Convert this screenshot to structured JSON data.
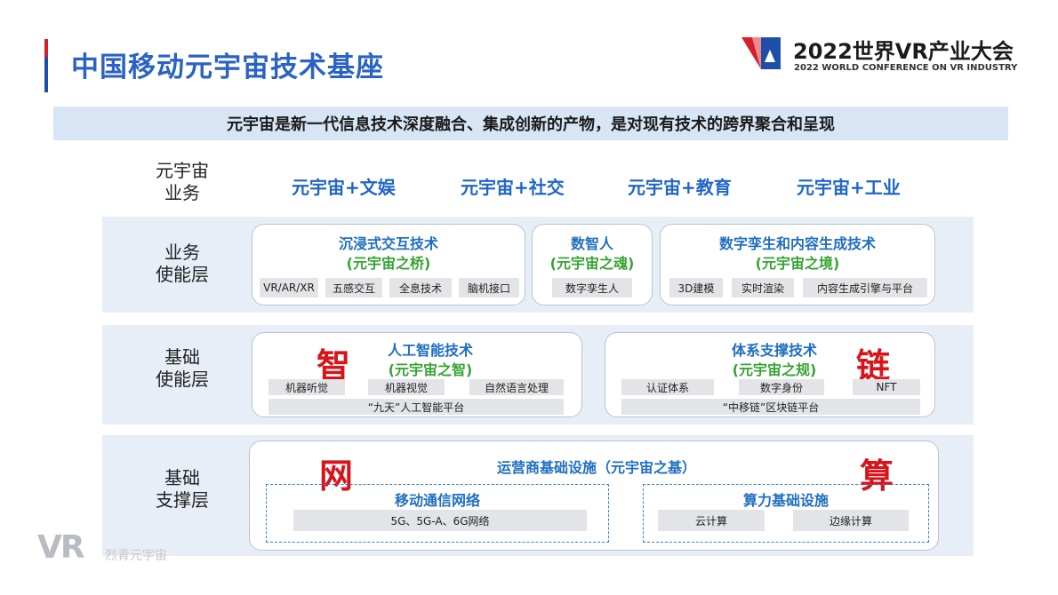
{
  "header": {
    "title": "中国移动元宇宙技术基座",
    "logo_title": "2022世界VR产业大会",
    "logo_subtitle": "2022 WORLD CONFERENCE  ON VR INDUSTRY"
  },
  "banner": "元宇宙是新一代信息技术深度融合、集成创新的产物，是对现有技术的跨界聚合和呈现",
  "business_row": {
    "label_line1": "元宇宙",
    "label_line2": "业务",
    "items": [
      "元宇宙+文娱",
      "元宇宙+社交",
      "元宇宙+教育",
      "元宇宙+工业"
    ]
  },
  "business_enable": {
    "label_line1": "业务",
    "label_line2": "使能层",
    "cards": [
      {
        "title": "沉浸式交互技术",
        "sub": "(元宇宙之桥)",
        "chips": [
          "VR/AR/XR",
          "五感交互",
          "全息技术",
          "脑机接口"
        ]
      },
      {
        "title": "数智人",
        "sub": "(元宇宙之魂)",
        "chips": [
          "数字孪生人"
        ]
      },
      {
        "title": "数字孪生和内容生成技术",
        "sub": "(元宇宙之境)",
        "chips": [
          "3D建模",
          "实时渲染",
          "内容生成引擎与平台"
        ]
      }
    ]
  },
  "base_enable": {
    "label_line1": "基础",
    "label_line2": "使能层",
    "cards": [
      {
        "char": "智",
        "title": "人工智能技术",
        "sub": "(元宇宙之智)",
        "chips": [
          "机器听觉",
          "机器视觉",
          "自然语言处理"
        ],
        "platform": "“九天”人工智能平台"
      },
      {
        "char": "链",
        "title": "体系支撑技术",
        "sub": "(元宇宙之规)",
        "chips": [
          "认证体系",
          "数字身份",
          "NFT"
        ],
        "platform": "“中移链”区块链平台"
      }
    ]
  },
  "base_support": {
    "label_line1": "基础",
    "label_line2": "支撑层",
    "title": "运营商基础设施（元宇宙之基）",
    "char_left": "网",
    "char_right": "算",
    "network": {
      "title": "移动通信网络",
      "chips": [
        "5G、5G-A、6G网络"
      ]
    },
    "compute": {
      "title": "算力基础设施",
      "chips": [
        "云计算",
        "边缘计算"
      ]
    }
  },
  "watermark": {
    "mark": "VR",
    "text": "烈青元宇宙"
  },
  "colors": {
    "title_blue": "#2a63c4",
    "item_blue": "#1f66c7",
    "sub_green": "#36a332",
    "char_red": "#d8141b",
    "band": "#e8eef7",
    "banner": "#d7e5f5"
  }
}
